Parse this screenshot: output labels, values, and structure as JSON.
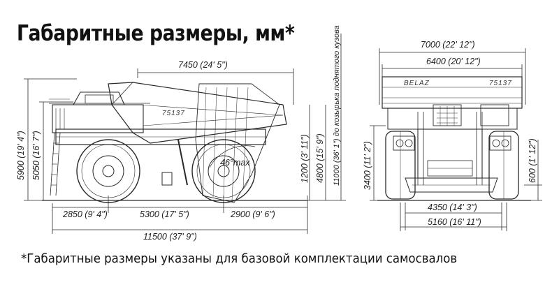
{
  "title": "Габаритные размеры, мм*",
  "footnote": "*Габаритные размеры указаны для базовой комплектации самосвалов",
  "side_view": {
    "model_label": "75137",
    "dims": {
      "body_length": "7450 (24' 5\")",
      "height_total": "5900 (19' 4\")",
      "height_cab": "5050 (16' 7\")",
      "front_overhang": "2850 (9' 4\")",
      "wheelbase": "5300 (17' 5\")",
      "rear_overhang": "2900 (9' 6\")",
      "length_total": "11500 (37' 9\")",
      "ground_clearance_rear": "1200 (3' 11\")",
      "body_height": "4800 (15' 9\")",
      "raised_height": "11000 (36' 1\") до козырька поднятого кузова",
      "dump_angle": "46°max"
    }
  },
  "front_view": {
    "brand_label": "BELAZ",
    "model_label": "75137",
    "dims": {
      "width_total": "7000 (22' 12\")",
      "width_body": "6400 (20' 12\")",
      "height_deck": "3400 (11' 2\")",
      "ground_clearance": "600 (1' 12\")",
      "track_front": "4350 (14' 3\")",
      "track_rear": "5160 (16' 11\")"
    }
  }
}
